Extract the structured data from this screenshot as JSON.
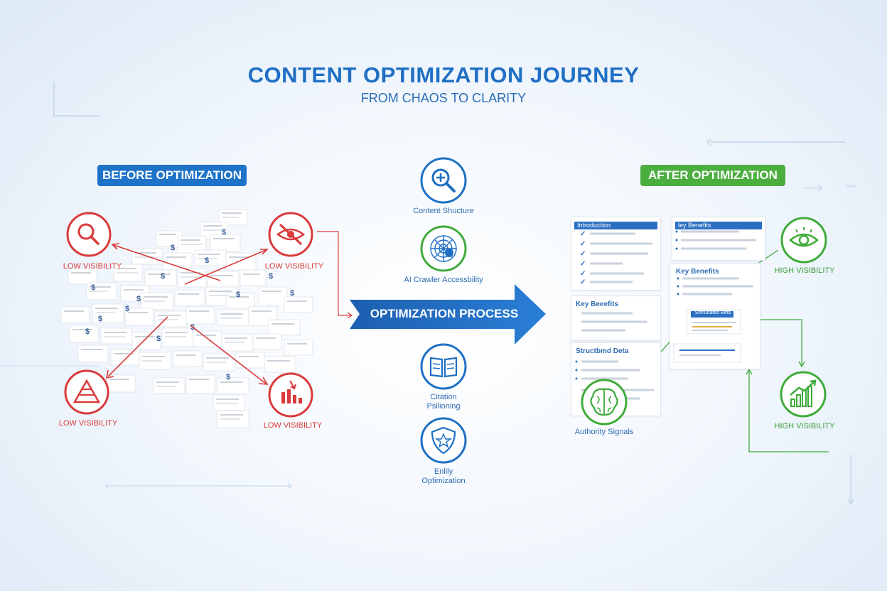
{
  "header": {
    "title": "CONTENT OPTIMIZATION JOURNEY",
    "subtitle": "FROM CHAOS TO CLARITY"
  },
  "before": {
    "label": "BEFORE OPTIMIZATION",
    "icons": [
      {
        "icon": "search-icon",
        "caption": "LOW VISIBILITY"
      },
      {
        "icon": "hidden-eye-icon",
        "caption": "LOW VISIBILITY"
      },
      {
        "icon": "triangle-warning-icon",
        "caption": "LOW VISIBILITY"
      },
      {
        "icon": "declining-chart-icon",
        "caption": "LOW VISIBILITY"
      }
    ]
  },
  "process": {
    "label": "OPTIMIZATION PROCESS",
    "steps": [
      {
        "icon": "search-plus-icon",
        "label": "Content Shucture"
      },
      {
        "icon": "spider-web-icon",
        "label": "AI Crawler Accessbility"
      },
      {
        "icon": "book-icon",
        "label": "Citation Psilioning"
      },
      {
        "icon": "shield-star-icon",
        "label": "Enlily Optimization"
      }
    ]
  },
  "after": {
    "label": "AFTER OPTIMIZATION",
    "docs": {
      "intro": "Introduction",
      "key_benefits_top": "ley Benefits",
      "key_benefits_1": "Key Benefits",
      "key_benefits_2": "Key Beeefits",
      "structured_data": "Structbmd Deta",
      "highlight": "Sthrubated Beta"
    },
    "icons": [
      {
        "icon": "eye-icon",
        "caption": "HIGH VISIBILITY"
      },
      {
        "icon": "rising-chart-icon",
        "caption": "HIGH VISIBILITY"
      },
      {
        "icon": "brain-icon",
        "caption": "Authority Signals"
      }
    ]
  },
  "colors": {
    "accent_blue": "#1e73c8",
    "accent_green": "#4cae3f",
    "alert_red": "#d93a3a"
  }
}
